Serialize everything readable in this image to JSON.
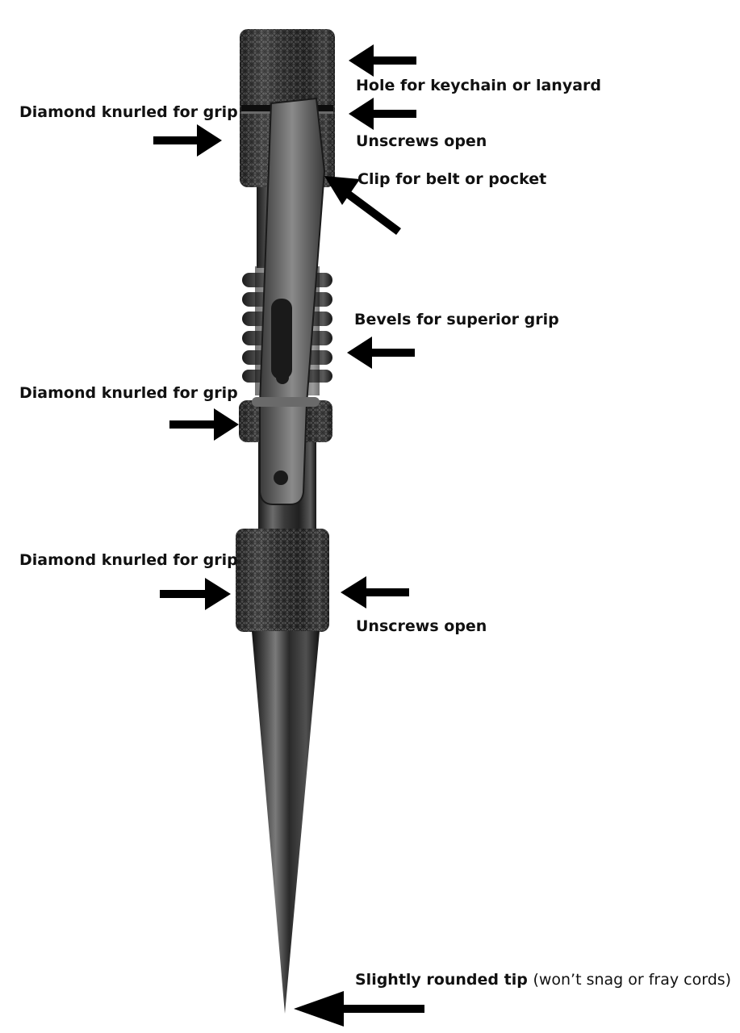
{
  "labels": {
    "hole": "Hole for keychain or lanyard",
    "unscrews_top": "Unscrews open",
    "knurl_top": "Diamond knurled for grip",
    "clip": "Clip for belt or pocket",
    "bevels": "Bevels for superior grip",
    "knurl_middle": "Diamond knurled for grip",
    "knurl_bottom": "Diamond knurled for grip",
    "unscrews_bottom": "Unscrews open",
    "tip_bold": "Slightly rounded tip",
    "tip_note": "(won’t snag or fray cords)"
  },
  "colors": {
    "arrow": "#000000",
    "metal_dark": "#2a2a2a",
    "metal_light": "#9a9a9a",
    "text": "#111111"
  }
}
